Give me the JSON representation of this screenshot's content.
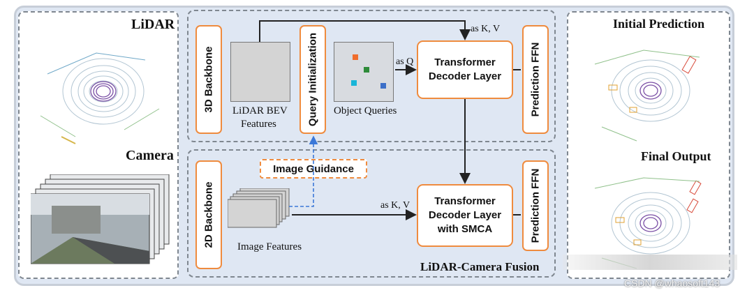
{
  "panels": {
    "lidar_title": "LiDAR",
    "camera_title": "Camera",
    "initial_title": "Initial Prediction",
    "final_title": "Final Output"
  },
  "blocks": {
    "backbone_3d": "3D Backbone",
    "backbone_2d": "2D Backbone",
    "query_init": "Query Initialization",
    "prediction_ffn_top": "Prediction FFN",
    "prediction_ffn_bottom": "Prediction FFN",
    "decoder_top": "Transformer\nDecoder Layer",
    "decoder_bottom": "Transformer\nDecoder Layer\nwith SMCA",
    "image_guidance": "Image Guidance"
  },
  "labels": {
    "lidar_bev_line1": "LiDAR BEV",
    "lidar_bev_line2": "Features",
    "object_queries": "Object Queries",
    "image_features": "Image Features",
    "as_q": "as Q",
    "as_kv_top": "as K, V",
    "as_kv_bottom": "as K, V",
    "fusion_title": "LiDAR-Camera Fusion"
  },
  "watermark": "CSDN @whaosoft143",
  "colors": {
    "accent_orange": "#ef8b3e",
    "arrow_blue": "#3b78d8",
    "panel_bg": "#dfe7f3",
    "query_orange": "#f06d2c",
    "query_green": "#2e8b3a",
    "query_cyan": "#19b5d8",
    "query_blue": "#3c6fc8"
  }
}
